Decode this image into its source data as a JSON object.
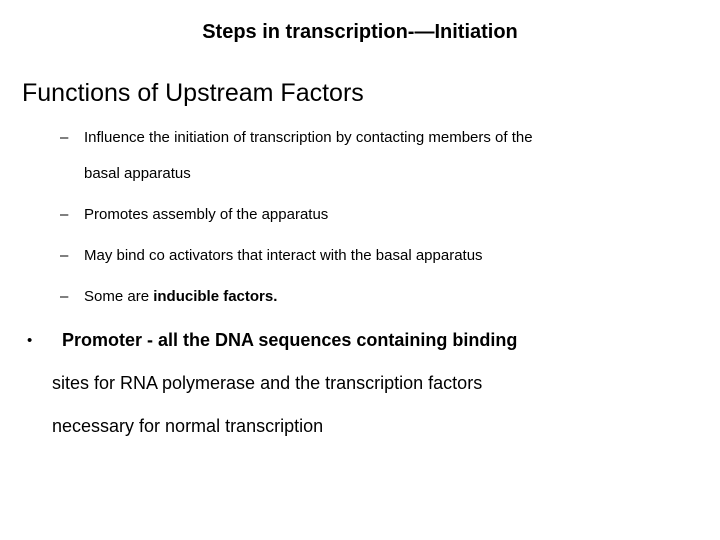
{
  "slide": {
    "title": "Steps in transcription-—Initiation",
    "heading": "Functions of Upstream Factors",
    "sub_bullets": [
      {
        "marker": "–",
        "lines": [
          "Influence the initiation of transcription by contacting members of the",
          "basal apparatus"
        ]
      },
      {
        "marker": "–",
        "lines": [
          " Promotes assembly of the apparatus"
        ]
      },
      {
        "marker": "–",
        "lines": [
          "May bind co activators that interact with the basal apparatus"
        ]
      },
      {
        "marker": "–",
        "text_normal": "Some are ",
        "text_bold": "inducible factors."
      }
    ],
    "main_bullet": {
      "marker": "•",
      "line1": "Promoter - all the DNA sequences containing binding",
      "line2": "sites for RNA polymerase and the transcription factors",
      "line3": "necessary for normal transcription"
    },
    "colors": {
      "background": "#ffffff",
      "text": "#000000"
    }
  }
}
